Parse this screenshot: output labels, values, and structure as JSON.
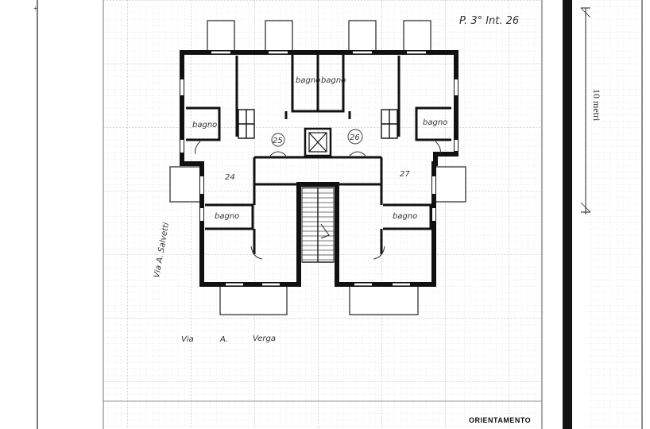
{
  "sheet": {
    "reference": "P. 3° Int. 26",
    "scale_label": "10 metri",
    "orientation_label": "ORIENTAMENTO"
  },
  "streets": {
    "left": "Via A. Salvetti",
    "bottom_via": "Via",
    "bottom_initial": "A.",
    "bottom_name": "Verga"
  },
  "rooms": {
    "bath_labels": [
      "bagno",
      "bagno",
      "bagno",
      "bagno",
      "bagno",
      "bagno"
    ],
    "unit_left_upper": "25",
    "unit_right_upper": "26",
    "unit_left_lower": "24",
    "unit_right_lower": "27"
  }
}
